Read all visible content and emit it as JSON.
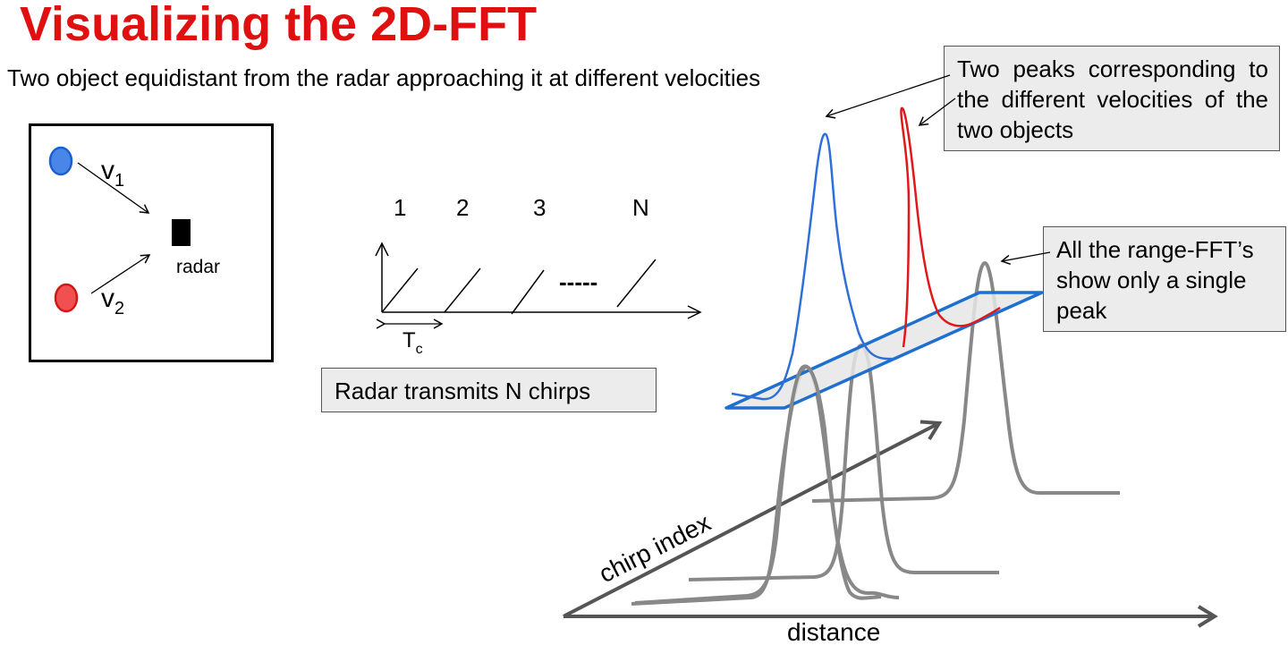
{
  "title": "Visualizing the 2D-FFT",
  "subtitle": "Two object equidistant from the radar approaching it at different velocities",
  "scene": {
    "v1_symbol": "v",
    "v1_subscript": "1",
    "v2_symbol": "v",
    "v2_subscript": "2",
    "radar_label": "radar",
    "colors": {
      "object1": "#3a7be0",
      "object2": "#e03030",
      "radar": "#000000"
    }
  },
  "chirps": {
    "labels": [
      "1",
      "2",
      "3",
      "N"
    ],
    "ellipsis": "-----",
    "tc_symbol": "T",
    "tc_subscript": "c",
    "caption": "Radar transmits N chirps"
  },
  "fft3d": {
    "axis_x_label": "distance",
    "axis_y_label": "chirp index",
    "peaks_callout": "Two peaks corresponding to the different velocities of the two objects",
    "single_peak_callout": "All the range-FFT’s show only a single peak",
    "colors": {
      "range_fft": "#808080",
      "doppler_peak_1": "#2e6fd8",
      "doppler_peak_2": "#e01818",
      "plane": "#1e6fd0"
    }
  }
}
